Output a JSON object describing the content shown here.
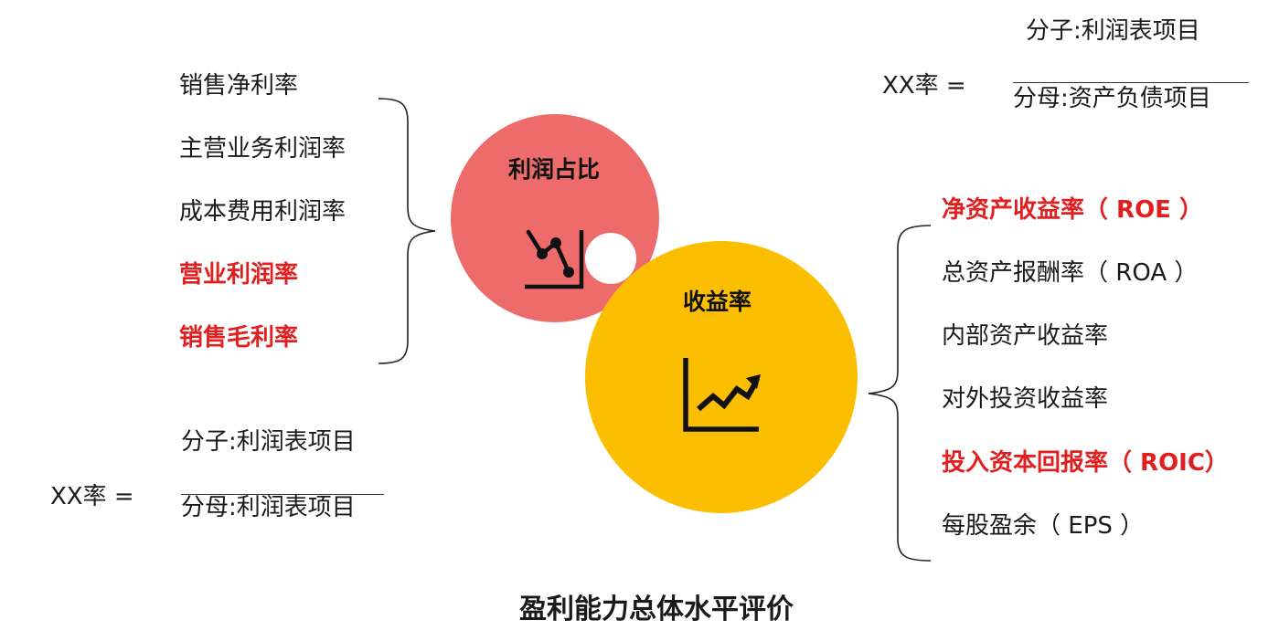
{
  "left_metrics": [
    {
      "label": "销售净利率",
      "highlight": false
    },
    {
      "label": "主营业务利润率",
      "highlight": false
    },
    {
      "label": "成本费用利润率",
      "highlight": false
    },
    {
      "label": "营业利润率",
      "highlight": true
    },
    {
      "label": "销售毛利率",
      "highlight": true
    }
  ],
  "right_metrics": [
    {
      "label": "净资产收益率（ ROE ）",
      "highlight": true
    },
    {
      "label": "总资产报酬率（ ROA ）",
      "highlight": false
    },
    {
      "label": "内部资产收益率",
      "highlight": false
    },
    {
      "label": "对外投资收益率",
      "highlight": false
    },
    {
      "label": "投入资本回报率（ ROIC）",
      "highlight": true
    },
    {
      "label": "每股盈余（ EPS ）",
      "highlight": false
    }
  ],
  "profit_circle": {
    "title": "利润占比",
    "color": "#ed6b6b",
    "icon": "declining-chart-icon"
  },
  "return_circle": {
    "title": "收益率",
    "color": "#fbbe00",
    "icon": "rising-chart-icon"
  },
  "formula_left": {
    "lhs": "XX率 =",
    "numerator": "分子:利润表项目",
    "denominator": "分母:利润表项目"
  },
  "formula_right": {
    "lhs": "XX率 =",
    "numerator": "分子:利润表项目",
    "denominator": "分母:资产负债项目"
  },
  "page_title": "盈利能力总体水平评价",
  "colors": {
    "highlight": "#e02020",
    "text": "#1a1a1a"
  }
}
